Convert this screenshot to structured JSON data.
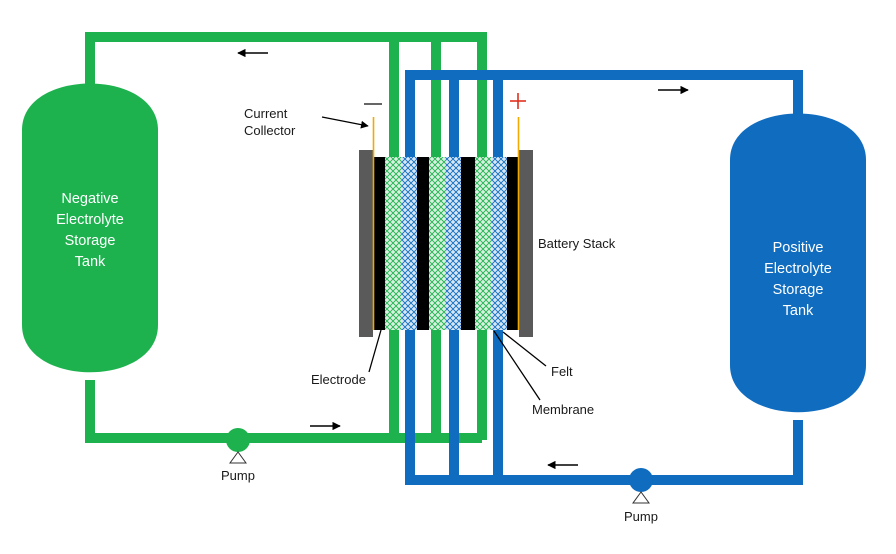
{
  "colors": {
    "negative": "#1eb24f",
    "positive": "#0f6cbf",
    "plate": "#5a5a5a",
    "black": "#000000",
    "collector": "#f2a900",
    "minus": "#333333",
    "plus": "#e0301e"
  },
  "labels": {
    "current_collector": [
      "Current",
      "Collector"
    ],
    "battery_stack": "Battery Stack",
    "electrode": "Electrode",
    "felt": "Felt",
    "membrane": "Membrane",
    "pump_left": "Pump",
    "pump_right": "Pump",
    "minus_sign": "−",
    "plus_sign": "+"
  },
  "tanks": {
    "negative": [
      "Negative",
      "Electrolyte",
      "Storage",
      "Tank"
    ],
    "positive": [
      "Positive",
      "Electrolyte",
      "Storage",
      "Tank"
    ]
  }
}
